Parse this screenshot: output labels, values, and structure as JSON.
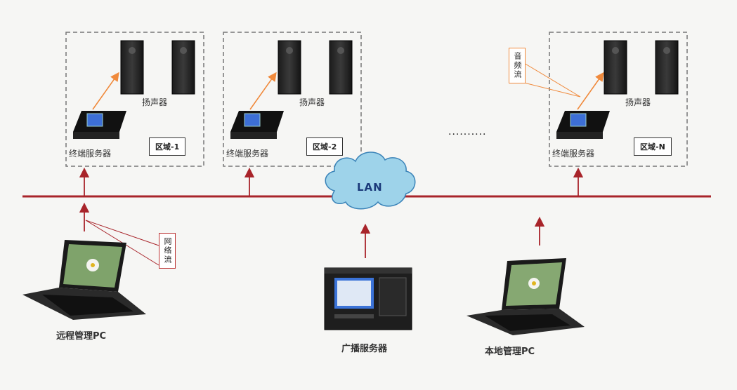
{
  "network": {
    "label": "LAN"
  },
  "zones": [
    {
      "tag": "区域-1",
      "speaker_label": "扬声器",
      "server_label": "终端服务器"
    },
    {
      "tag": "区域-2",
      "speaker_label": "扬声器",
      "server_label": "终端服务器"
    },
    {
      "tag": "区域-N",
      "speaker_label": "扬声器",
      "server_label": "终端服务器",
      "stream_tag": "音频流"
    }
  ],
  "ellipsis": "··········",
  "remote_pc": {
    "label": "远程管理PC",
    "stream_tag": "网络流"
  },
  "broadcast_server": {
    "label": "广播服务器"
  },
  "local_pc": {
    "label": "本地管理PC"
  },
  "colors": {
    "bus": "#a8242a",
    "arrow": "#a8242a",
    "audio_arrow": "#f08a3c",
    "zone_border": "#777777",
    "cloud": "#9ed3ea"
  }
}
